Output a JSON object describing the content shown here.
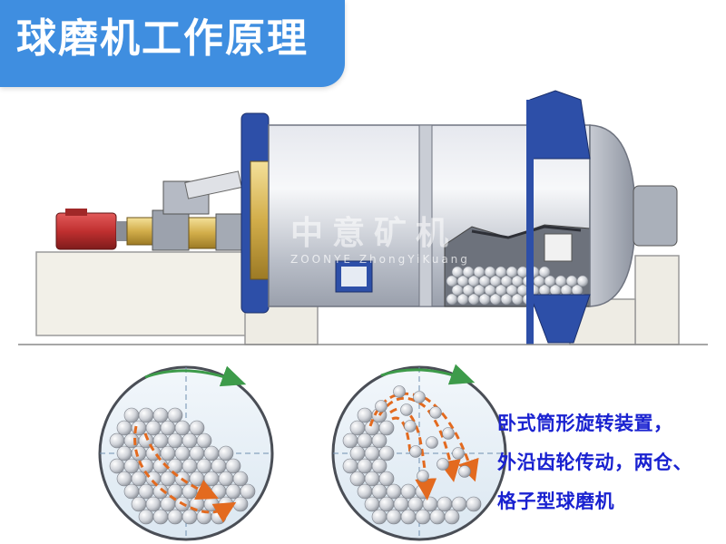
{
  "header": {
    "title": "球磨机工作原理"
  },
  "watermark": {
    "brand_cn": "中意矿机",
    "brand_en": "ZOONYE ZhongYiKuang"
  },
  "caption": {
    "lines": [
      "卧式筒形旋转装置，",
      "外沿齿轮传动，两仓、",
      "格子型球磨机"
    ]
  },
  "colors": {
    "banner": "#3f8ee0",
    "caption_text": "#1a22d0",
    "mill_shell": "#c8ccd4",
    "flange_blue": "#2d4fa8",
    "motor_red": "#c03030",
    "trajectory_orange": "#e36a1f",
    "rotation_arrow_green": "#3d9b4a"
  }
}
